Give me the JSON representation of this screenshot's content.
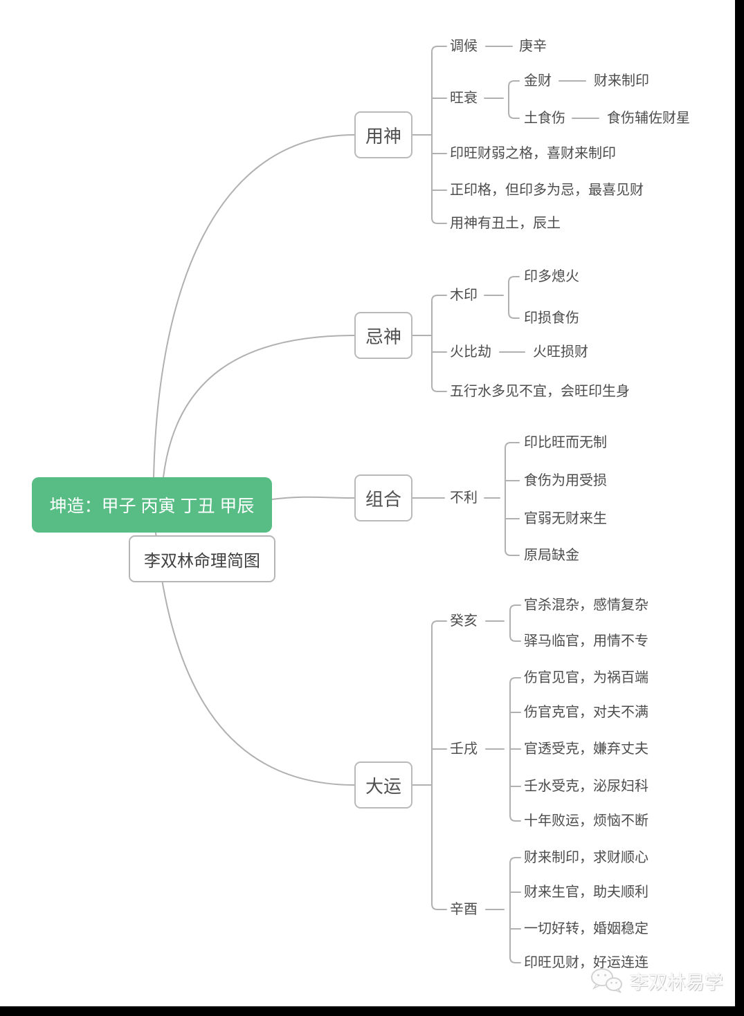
{
  "root": {
    "label": "坤造：甲子 丙寅 丁丑 甲辰"
  },
  "legend": {
    "label": "李双林命理简图"
  },
  "branches": {
    "yongshen": {
      "label": "用神",
      "tiaohou": {
        "label": "调候",
        "value": "庚辛"
      },
      "wangshuai": {
        "label": "旺衰",
        "jincai": {
          "label": "金财",
          "value": "财来制印"
        },
        "tushishang": {
          "label": "土食伤",
          "value": "食伤辅佐财星"
        }
      },
      "note1": "印旺财弱之格，喜财来制印",
      "note2": "正印格，但印多为忌，最喜见财",
      "note3": "用神有丑土，辰土"
    },
    "jishen": {
      "label": "忌神",
      "muyin": {
        "label": "木印",
        "item1": "印多熄火",
        "item2": "印损食伤"
      },
      "huobijie": {
        "label": "火比劫",
        "value": "火旺损财"
      },
      "note1": "五行水多见不宜，会旺印生身"
    },
    "zuhe": {
      "label": "组合",
      "buli": {
        "label": "不利",
        "item1": "印比旺而无制",
        "item2": "食伤为用受损",
        "item3": "官弱无财来生",
        "item4": "原局缺金"
      }
    },
    "dayun": {
      "label": "大运",
      "guihai": {
        "label": "癸亥",
        "item1": "官杀混杂，感情复杂",
        "item2": "驿马临官，用情不专"
      },
      "renxu": {
        "label": "壬戌",
        "item1": "伤官见官，为祸百端",
        "item2": "伤官克官，对夫不满",
        "item3": "官透受克，嫌弃丈夫",
        "item4": "壬水受克，泌尿妇科",
        "item5": "十年败运，烦恼不断"
      },
      "xinyou": {
        "label": "辛酉",
        "item1": "财来制印，求财顺心",
        "item2": "财来生官，助夫顺利",
        "item3": "一切好转，婚姻稳定",
        "item4": "印旺见财，好运连连"
      }
    }
  },
  "watermark": {
    "label": "李双林易学",
    "icon": "wechat-icon"
  },
  "colors": {
    "root_background": "#57bd85",
    "root_text": "#ffffff",
    "connector_line": "#b0b0b0",
    "node_border": "#b9b9b9",
    "text": "#4c4c4c",
    "frame": "#000000"
  }
}
